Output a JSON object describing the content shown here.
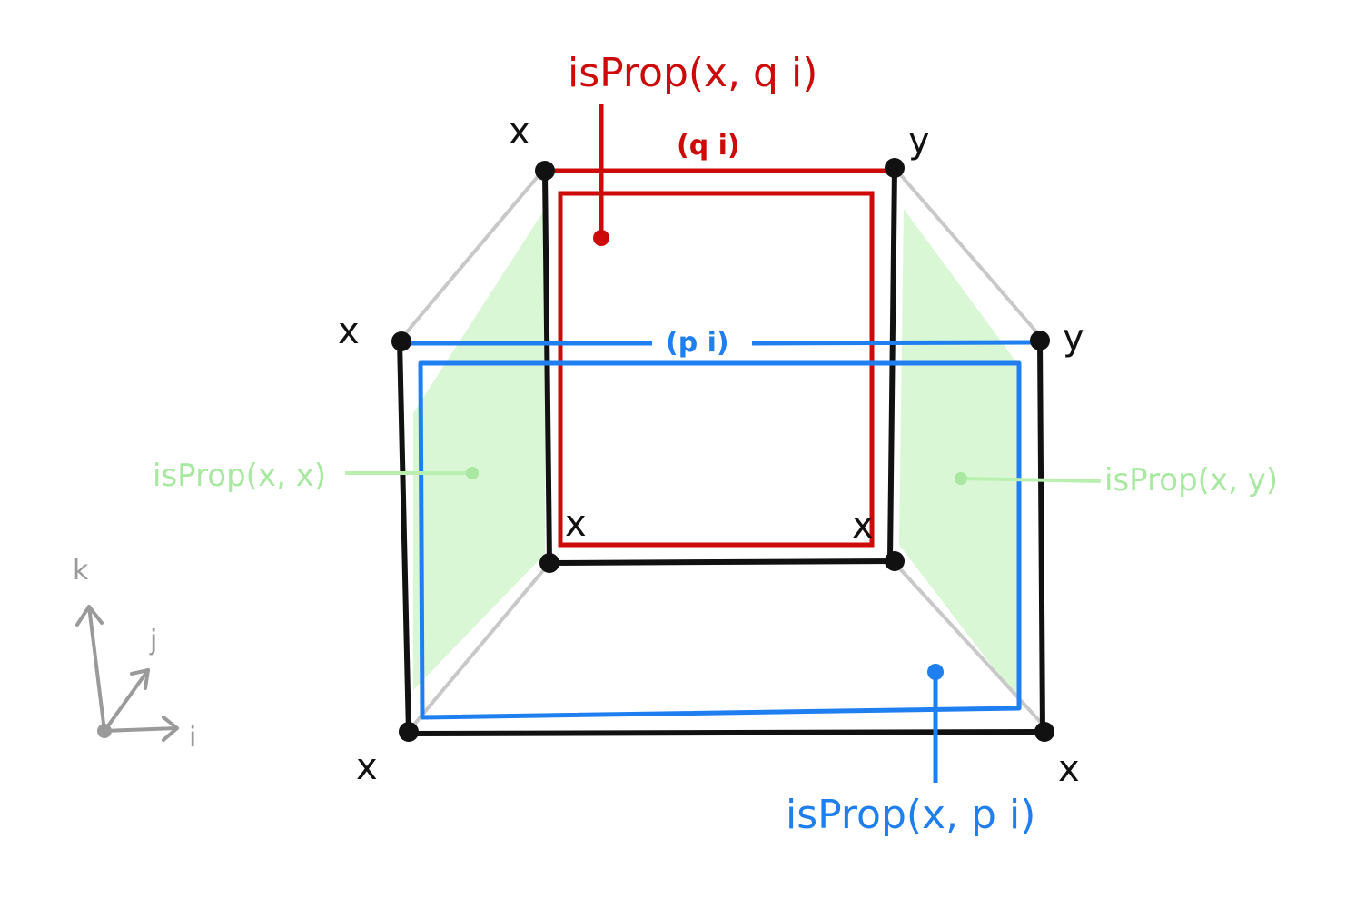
{
  "colors": {
    "black": "#111111",
    "red": "#cc0a0a",
    "blue": "#1f7ff0",
    "green": "#b9f0b0",
    "green_text": "#a8e8a0",
    "grey": "#c8c8c8",
    "axis": "#9a9a9a"
  },
  "labels": {
    "top_left": "x",
    "top_right": "y",
    "mid_left": "x",
    "mid_right": "y",
    "inner_left": "x",
    "inner_right": "x",
    "bottom_left": "x",
    "bottom_right": "x"
  },
  "edges": {
    "top": "(q i)",
    "middle": "(p i)"
  },
  "callouts": {
    "red": "isProp(x, q i)",
    "blue": "isProp(x, p i)",
    "green_left": "isProp(x, x)",
    "green_right": "isProp(x, y)"
  },
  "axes": {
    "k": "k",
    "j": "j",
    "i": "i"
  }
}
